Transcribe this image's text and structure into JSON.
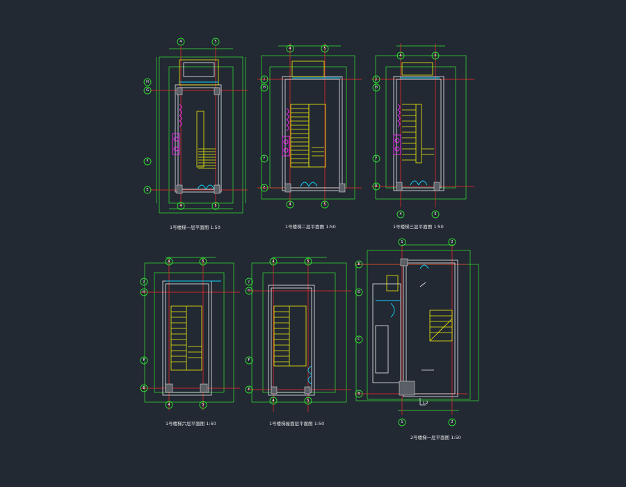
{
  "drawing": {
    "background": "#222933",
    "colors": {
      "grid": "#33e833",
      "axis": "#ff2a2a",
      "wall": "#f2f2f2",
      "stair": "#f4f00a",
      "door": "#10d9ff",
      "fixture": "#ff2bff"
    },
    "plans": [
      {
        "title": "1号楼梯一层平面图 1:50",
        "grid_top": [
          "4",
          "5"
        ],
        "grid_side": [
          "H",
          "G",
          "F",
          "E"
        ],
        "bottom_label": ""
      },
      {
        "title": "1号楼梯二层平面图 1:50",
        "grid_top": [
          "4",
          "5"
        ],
        "grid_side": [
          "J",
          "H",
          "F",
          "E"
        ],
        "bottom_label": ""
      },
      {
        "title": "1号楼梯三层平面图 1:50",
        "grid_top": [
          "4",
          "5"
        ],
        "grid_side": [
          "J",
          "H",
          "F",
          "E"
        ],
        "bottom_label": ""
      },
      {
        "title": "1号楼梯六层平面图 1:50",
        "grid_top": [
          "4",
          "5"
        ],
        "grid_side": [
          "J",
          "H",
          "F",
          "E"
        ],
        "bottom_label": ""
      },
      {
        "title": "1号楼梯屋面层平面图 1:50",
        "grid_top": [
          "4",
          "5"
        ],
        "grid_side": [
          "J",
          "H",
          "F",
          "E"
        ],
        "bottom_label": ""
      },
      {
        "title": "2号楼梯一层平面图 1:50",
        "grid_top": [
          "1",
          "2"
        ],
        "grid_side": [
          "E",
          "D",
          "C",
          "B"
        ],
        "bottom_label": "L2"
      }
    ]
  }
}
